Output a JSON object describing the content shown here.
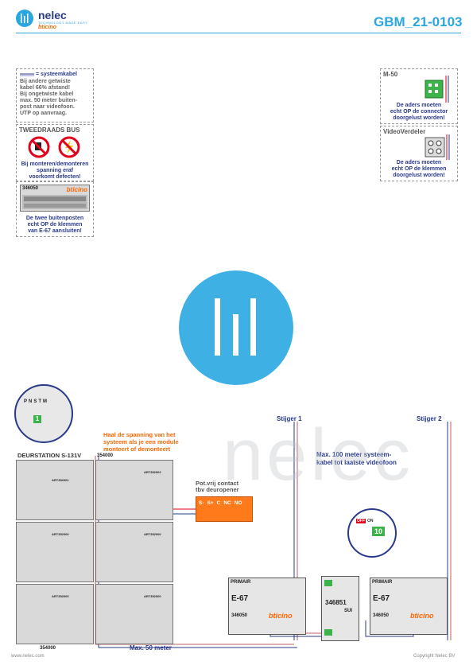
{
  "header": {
    "brand": "nelec",
    "tagline": "TECHNOLOGY MADE EASY",
    "sub_brand": "bticino",
    "doc_id": "GBM_21-0103"
  },
  "note_cable": {
    "legend": "= systeemkabel",
    "lines": [
      "Bij andere getwiste",
      "kabel 66% afstand!",
      "Bij ongetwiste kabel",
      "max. 50 meter buiten-",
      "post naar videofoon.",
      "UTP op aanvraag."
    ]
  },
  "note_bus": {
    "title": "TWEEDRAADS BUS",
    "lines": [
      "Bij monteren/demonteren",
      "spanning eraf",
      "voorkomt defecten!"
    ]
  },
  "note_posts": {
    "module_code": "346050",
    "brand": "bticino",
    "lines": [
      "De twee buitenposten",
      "echt OP de klemmen",
      "van E-67 aansluiten!"
    ]
  },
  "note_m50": {
    "title": "M-50",
    "lines": [
      "De aders moeten",
      "echt OP de connector",
      "doorgelust worden!"
    ]
  },
  "note_vv": {
    "title": "VideoVerdeler",
    "lines": [
      "De aders moeten",
      "echt OP de klemmen",
      "doorgelust worden!"
    ]
  },
  "diagram": {
    "deurstation": "DEURSTATION S-131V",
    "warning": [
      "Haal de spanning van het",
      "systeem als je een module",
      "monteert of demonteert"
    ],
    "module_top": "354000",
    "module_bottom": "354000",
    "contact": [
      "Pot.vrij contact",
      "tbv deuropener"
    ],
    "terminals": [
      "S-",
      "S+",
      "C",
      "NC",
      "NO"
    ],
    "stijger1": "Stijger 1",
    "stijger2": "Stijger 2",
    "max100": [
      "Max. 100 meter systeem-",
      "kabel tot laatste videofoon"
    ],
    "max50": "Max. 50 meter",
    "primair": "PRIMAIR",
    "e67": "E-67",
    "e67_code": "346050",
    "e67_brand": "bticino",
    "vv_code": "346851",
    "vv_sub": "SUI",
    "dip_labels": [
      "P",
      "N",
      "S",
      "T",
      "M"
    ],
    "dip_value": "1",
    "off_label": "OFF",
    "on_label": "ON",
    "switch_value": "10",
    "art_codes": [
      "ART352001",
      "ART352002",
      "ART352000"
    ]
  },
  "footer": {
    "left": "www.nelec.com",
    "right": "Copyright Nelec BV"
  },
  "colors": {
    "accent": "#2aa7e0",
    "navy": "#2a3a8a",
    "orange": "#ff6600",
    "red": "#e3001b",
    "green": "#3cb34a"
  }
}
